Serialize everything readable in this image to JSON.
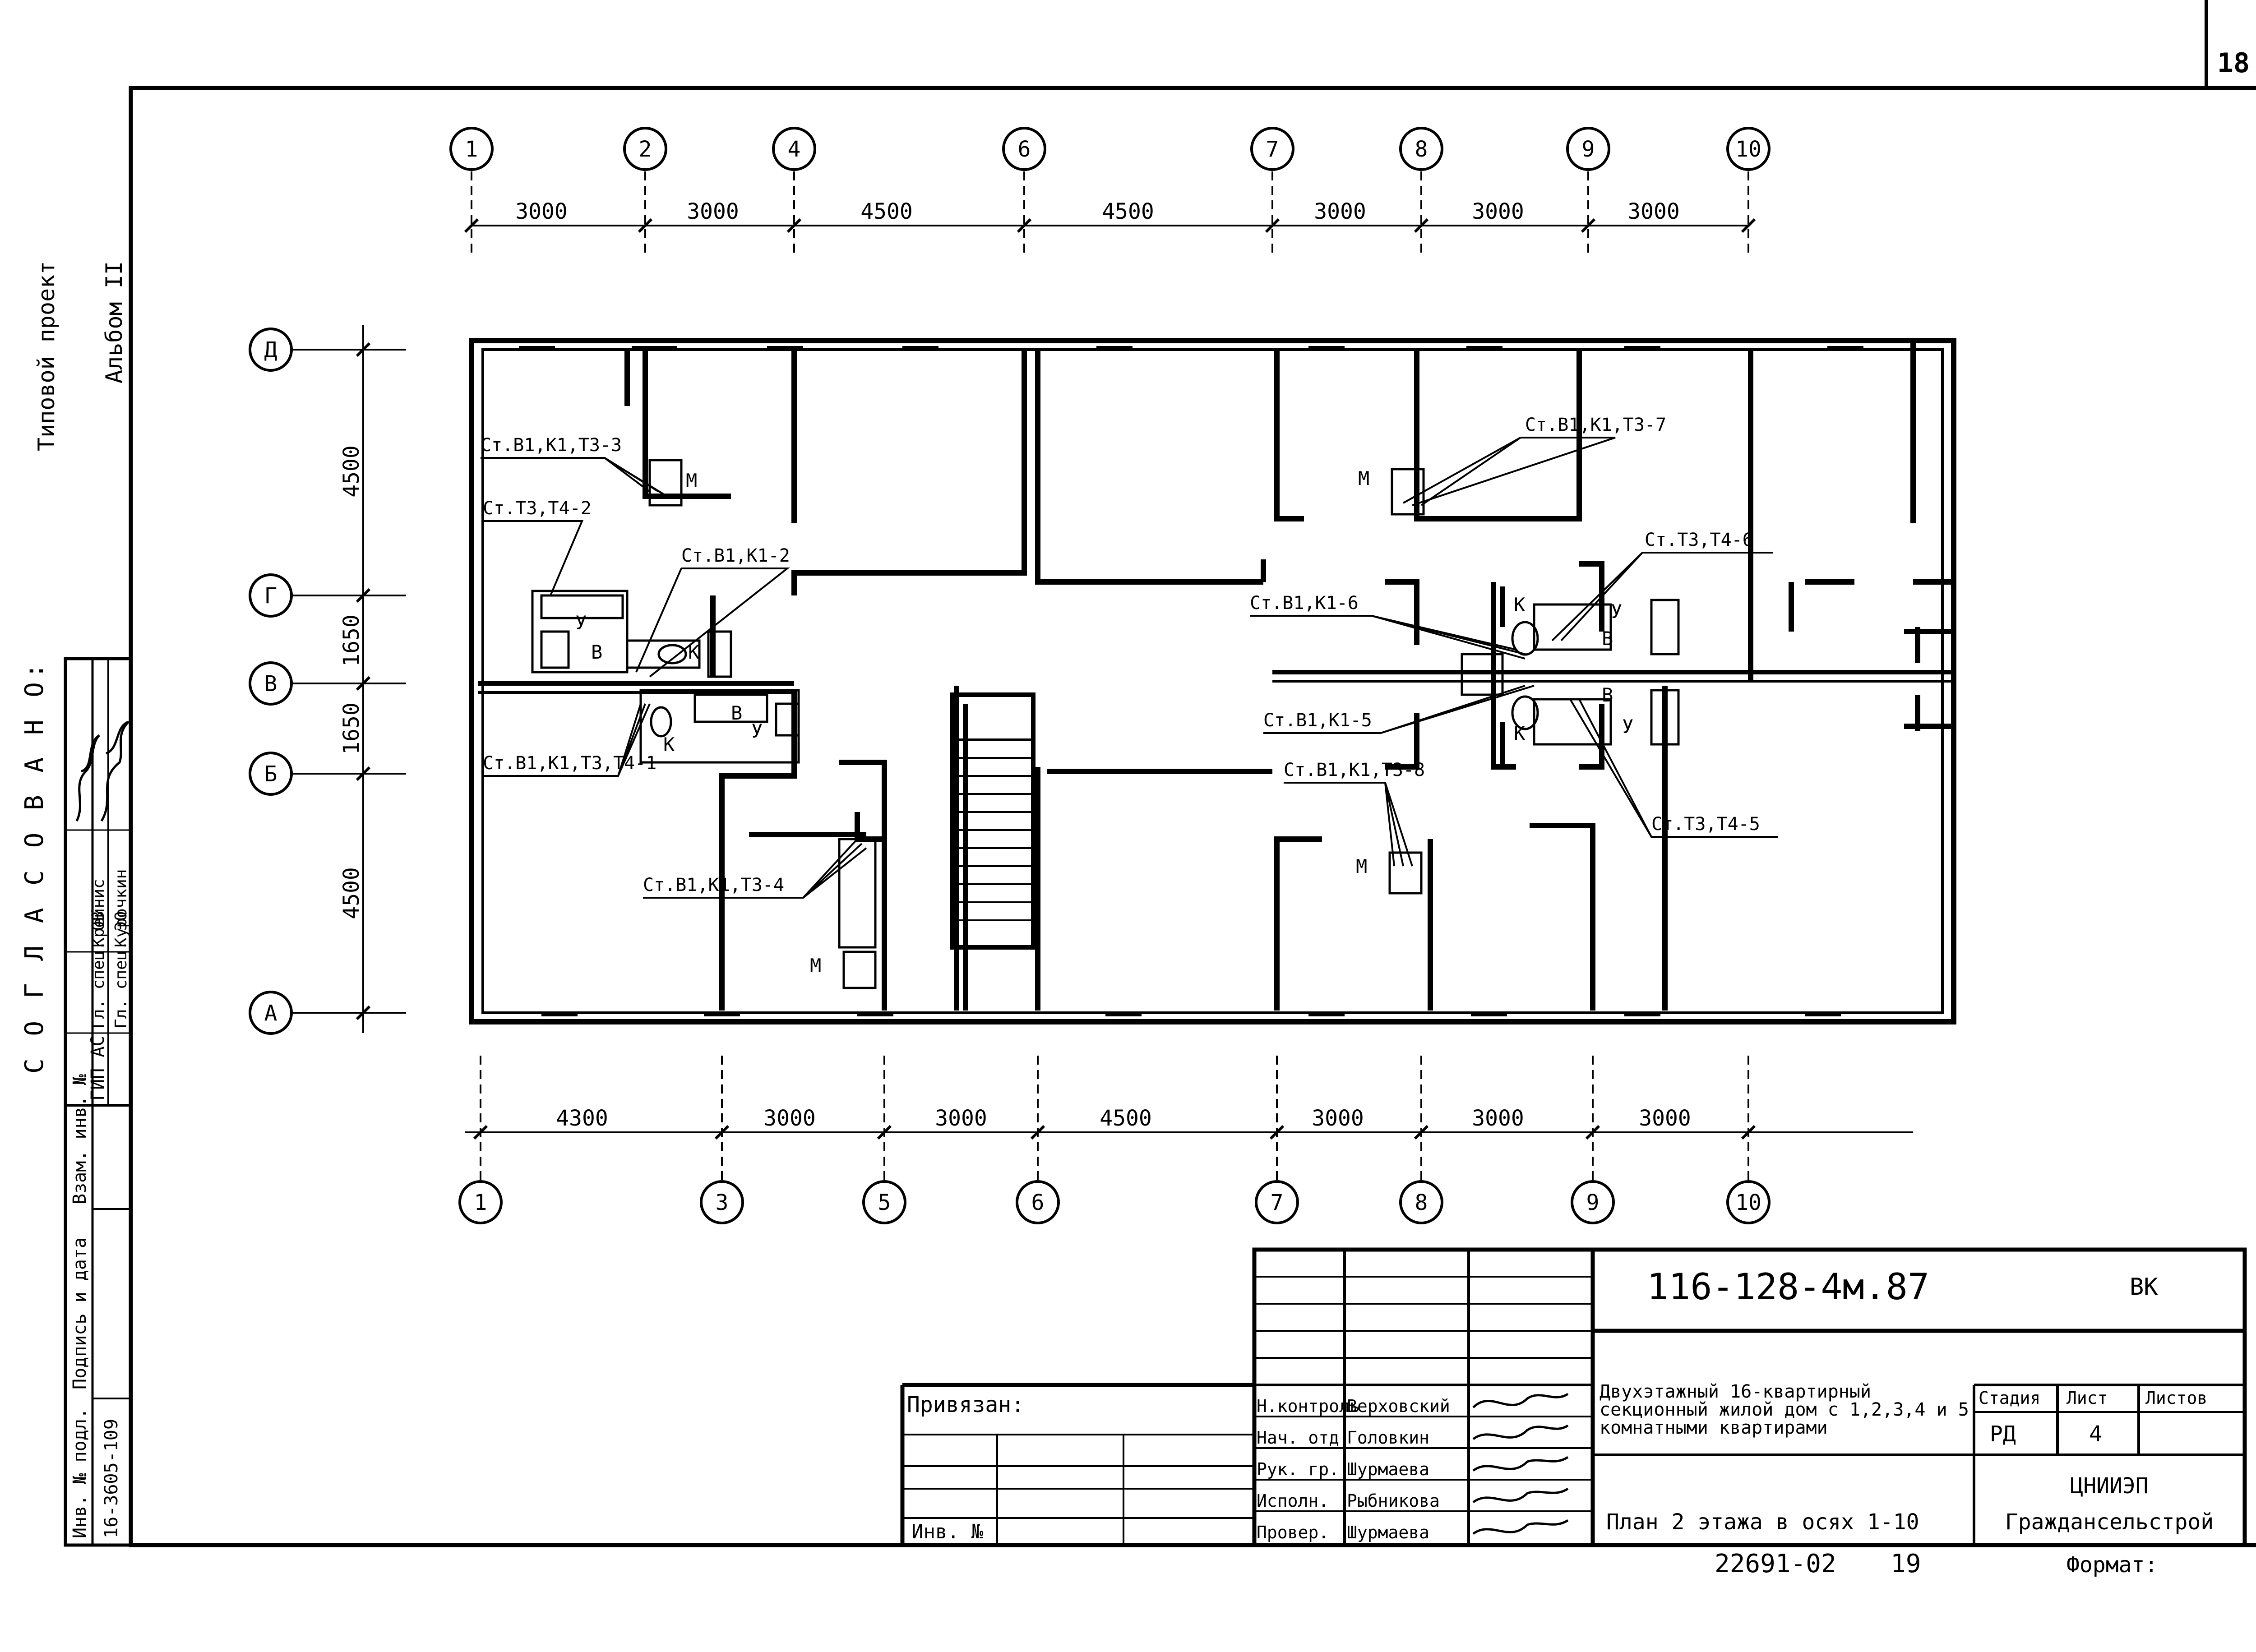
{
  "sheet_number": "18",
  "side": {
    "project_label": "Типовой проект",
    "album": "Альбом II",
    "agreed_title": "С О Г Л А С О В А Н О:",
    "approvals": [
      {
        "role": "ГИП АС",
        "name": ""
      },
      {
        "role": "Гл. спец. ОВ",
        "name": "Крейнис"
      },
      {
        "role": "Гл. спец. ЭО",
        "name": "Курочкин"
      }
    ],
    "inv_headers": [
      "Инв. № подл.",
      "Подпись и дата",
      "Взам. инв. №"
    ],
    "inv_value": "16-3605-109"
  },
  "axes": {
    "top_labels": [
      "1",
      "2",
      "4",
      "6",
      "7",
      "8",
      "9",
      "10"
    ],
    "top_dims": [
      "3000",
      "3000",
      "4500",
      "4500",
      "3000",
      "3000",
      "3000"
    ],
    "bottom_labels": [
      "1",
      "3",
      "5",
      "6",
      "7",
      "8",
      "9",
      "10"
    ],
    "bottom_dims": [
      "4300",
      "3000",
      "3000",
      "4500",
      "3000",
      "3000",
      "3000"
    ],
    "left_labels": [
      "Д",
      "Г",
      "В",
      "Б",
      "А"
    ],
    "left_dims": [
      "4500",
      "1650",
      "1650",
      "4500"
    ]
  },
  "callouts": {
    "c3": "Ст.В1,К1,Т3-3",
    "c2": "Ст.Т3,Т4-2",
    "c12": "Ст.В1,К1-2",
    "c1": "Ст.В1,К1,Т3,Т4-1",
    "c4": "Ст.В1,К1,Т3-4",
    "c7": "Ст.В1,К1,Т3-7",
    "c6": "Ст.Т3,Т4-6",
    "c16": "Ст.В1,К1-6",
    "c15": "Ст.В1,К1-5",
    "c8": "Ст.В1,К1,Т3-8",
    "c5": "Ст.Т3,Т4-5"
  },
  "fixture_letters": {
    "m": "М",
    "u": "У",
    "v": "В",
    "k": "К"
  },
  "title_block": {
    "privyazan": "Привязан:",
    "inv_no": "Инв. №",
    "roles": [
      "Н.контроль",
      "Нач. отд.",
      "Рук. гр.",
      "Исполн.",
      "Провер."
    ],
    "names": [
      "Верховский",
      "Головкин",
      "Шурмаева",
      "Рыбникова",
      "Шурмаева"
    ],
    "code": "116-128-4м.87",
    "section": "ВК",
    "description": "Двухэтажный 16-квартирный секционный жилой дом с 1,2,3,4 и 5 комнатными квартирами",
    "sheet_title": "План 2 этажа в осях 1-10",
    "stage_header": "Стадия",
    "sheet_header": "Лист",
    "sheets_header": "Листов",
    "stage": "РД",
    "sheet": "4",
    "org_line1": "ЦНИИЭП",
    "org_line2": "Граждансельстрой",
    "order_no": "22691-02",
    "order_suffix": "19",
    "format_label": "Формат:"
  }
}
